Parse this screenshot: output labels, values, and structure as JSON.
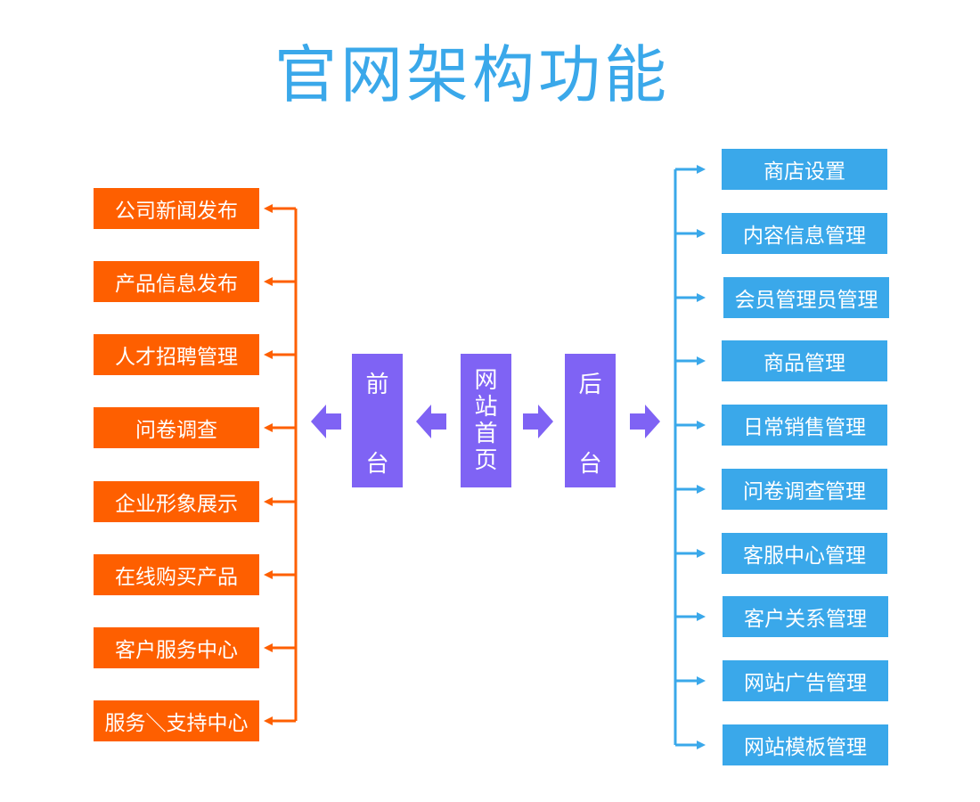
{
  "title": "官网架构功能",
  "colors": {
    "title": "#3aa8ea",
    "orange": "#fe5f00",
    "blue": "#3aa8ea",
    "purple": "#7f63f4"
  },
  "center": {
    "chars": [
      "网",
      "站",
      "首",
      "页"
    ]
  },
  "front": {
    "chars": [
      "前",
      "台"
    ]
  },
  "back": {
    "chars": [
      "后",
      "台"
    ]
  },
  "front_items": [
    "公司新闻发布",
    "产品信息发布",
    "人才招聘管理",
    "问卷调查",
    "企业形象展示",
    "在线购买产品",
    "客户服务中心",
    "服务＼支持中心"
  ],
  "back_items": [
    "商店设置",
    "内容信息管理",
    "会员管理员管理",
    "商品管理",
    "日常销售管理",
    "问卷调查管理",
    "客服中心管理",
    "客户关系管理",
    "网站广告管理",
    "网站模板管理"
  ]
}
